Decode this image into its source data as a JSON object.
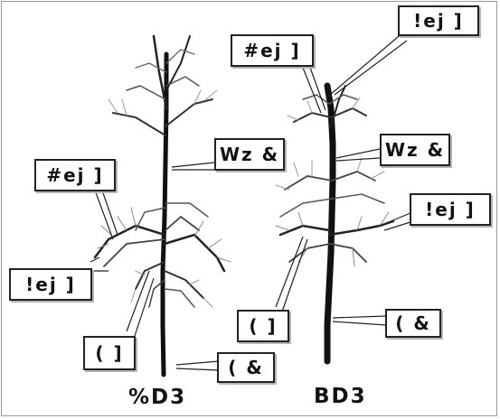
{
  "figure": {
    "left_plant": {
      "caption": "%D3",
      "labels": {
        "upper_leaf": "#ej ]",
        "lower_leaf": "!ej ]",
        "stem_upper": "Wz &",
        "root": "( ]",
        "stem_base": "( &"
      }
    },
    "right_plant": {
      "caption": "BD3",
      "labels": {
        "upper_leaf_left": "#ej ]",
        "upper_leaf_right": "!ej ]",
        "stem_upper": "Wz &",
        "mid_leaf": "!ej ]",
        "root": "( ]",
        "stem_base": "( &"
      }
    }
  }
}
